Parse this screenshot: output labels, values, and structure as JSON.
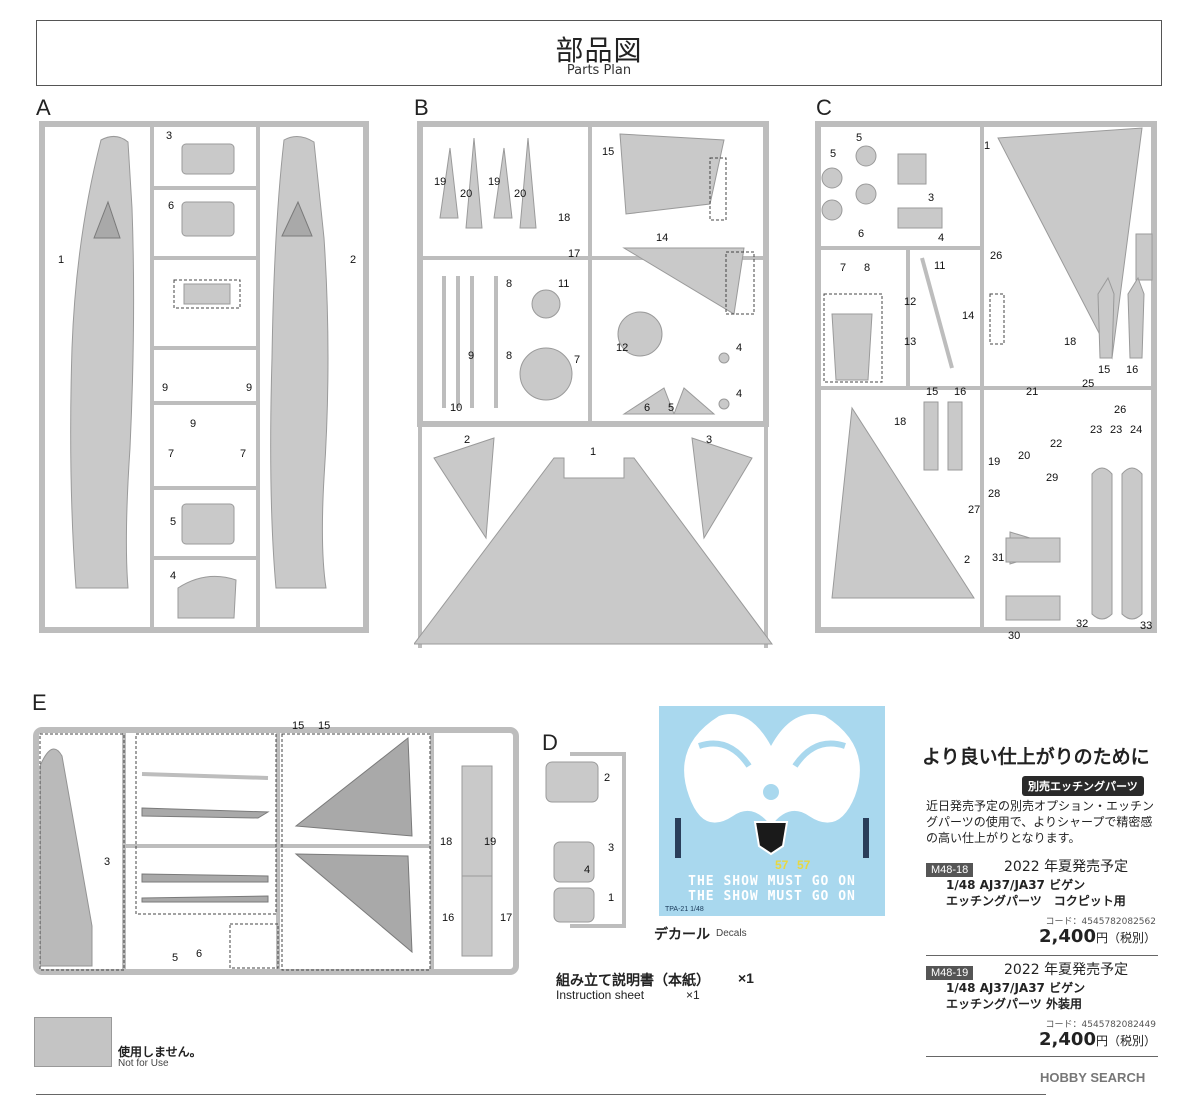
{
  "header": {
    "title_jp": "部品図",
    "title_en": "Parts Plan"
  },
  "sprues": {
    "A": {
      "letter": "A",
      "parts": [
        "1",
        "2",
        "3",
        "6",
        "9",
        "9",
        "9",
        "7",
        "7",
        "5",
        "4"
      ]
    },
    "B": {
      "letter": "B",
      "parts": [
        "19",
        "20",
        "19",
        "20",
        "18",
        "17",
        "15",
        "14",
        "8",
        "11",
        "9",
        "8",
        "12",
        "7",
        "10",
        "4",
        "4",
        "6",
        "5",
        "2",
        "1",
        "3"
      ]
    },
    "C": {
      "letter": "C",
      "parts": [
        "5",
        "5",
        "6",
        "3",
        "4",
        "7",
        "8",
        "11",
        "12",
        "13",
        "14",
        "26",
        "18",
        "15",
        "16",
        "25",
        "26",
        "15",
        "16",
        "18",
        "21",
        "23",
        "23",
        "24",
        "22",
        "19",
        "20",
        "29",
        "28",
        "27",
        "31",
        "2",
        "30",
        "32",
        "33",
        "1"
      ]
    },
    "E": {
      "letter": "E",
      "parts": [
        "15",
        "15",
        "3",
        "18",
        "19",
        "16",
        "17",
        "5",
        "6"
      ]
    },
    "D": {
      "letter": "D",
      "parts": [
        "2",
        "3",
        "4",
        "1"
      ]
    }
  },
  "decals": {
    "caption_jp": "デカール",
    "caption_en": "Decals",
    "lines": [
      "THE SHOW MUST GO ON",
      "THE SHOW MUST GO ON"
    ],
    "numbers": [
      "57",
      "57"
    ],
    "footer": "TPA-21 1/48"
  },
  "instruction": {
    "label_jp": "組み立て説明書（本紙）",
    "qty_jp": "×1",
    "label_en": "Instruction sheet",
    "qty_en": "×1"
  },
  "not_for_use": {
    "label_jp": "使用しません。",
    "label_en": "Not for Use"
  },
  "promo": {
    "heading": "より良い仕上がりのために",
    "badge": "別売エッチングパーツ",
    "body": "近日発売予定の別売オプション・エッチングパーツの使用で、よりシャープで精密感の高い仕上がりとなります。",
    "products": [
      {
        "code": "M48-18",
        "release": "2022 年夏発売予定",
        "name_line1": "1/48 AJ37/JA37 ビゲン",
        "name_line2": "エッチングパーツ　コクピット用",
        "jan": "コード：4545782082562",
        "price": "2,400",
        "unit": "円",
        "tax": "（税別）"
      },
      {
        "code": "M48-19",
        "release": "2022 年夏発売予定",
        "name_line1": "1/48 AJ37/JA37 ビゲン",
        "name_line2": "エッチングパーツ 外装用",
        "jan": "コード：4545782082449",
        "price": "2,400",
        "unit": "円",
        "tax": "（税別）"
      }
    ]
  },
  "watermark": "HOBBY SEARCH",
  "colors": {
    "sprue": "#bdbdbd",
    "part": "#c9c9c9",
    "decal_bg": "#a9d8ee",
    "not_for_use": "#c4c4c4"
  }
}
